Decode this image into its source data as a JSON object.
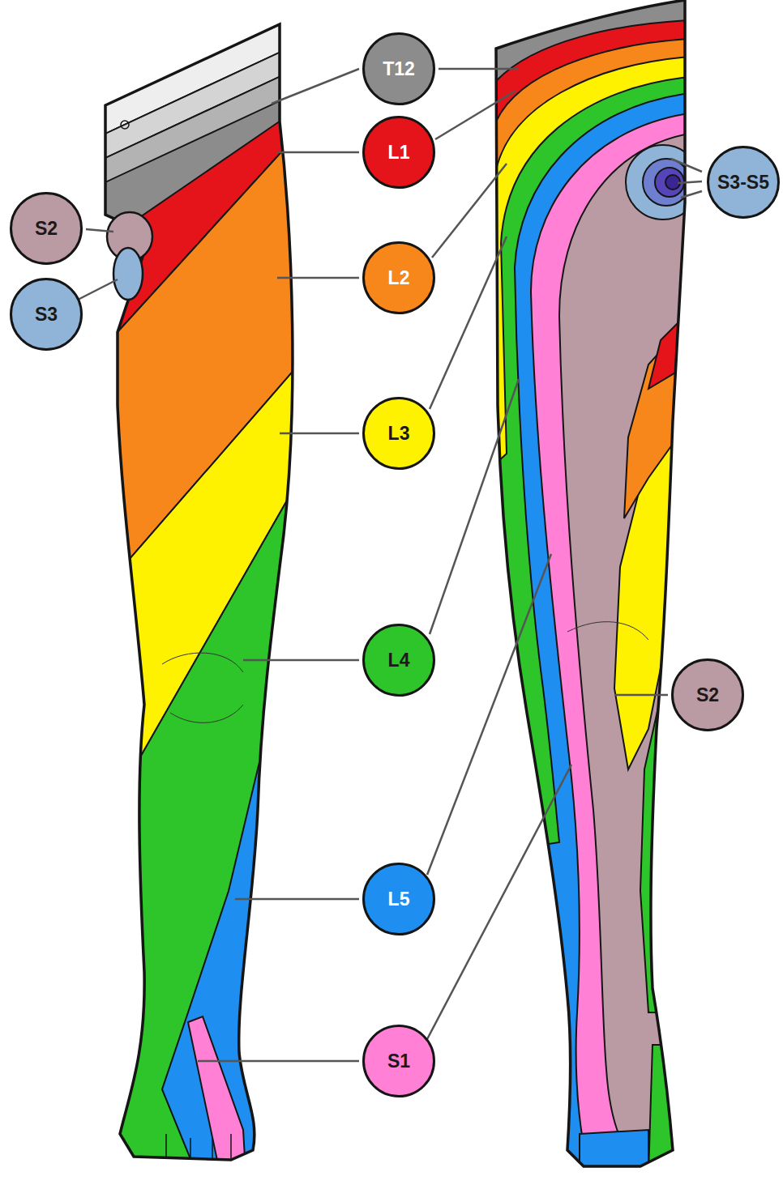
{
  "diagram": {
    "nodes": [
      {
        "text": [
          "T12"
        ]
      },
      {
        "text": [
          "L1"
        ]
      },
      {
        "text": [
          "S3-S5"
        ]
      },
      {
        "text": [
          "S2"
        ]
      },
      {
        "text": [
          "L2"
        ]
      },
      {
        "text": [
          "S3"
        ]
      },
      {
        "text": [
          "L3"
        ]
      },
      {
        "text": [
          "L4"
        ]
      },
      {
        "text": [
          "S2"
        ]
      },
      {
        "text": [
          "L5"
        ]
      },
      {
        "text": [
          "S1"
        ]
      }
    ]
  }
}
